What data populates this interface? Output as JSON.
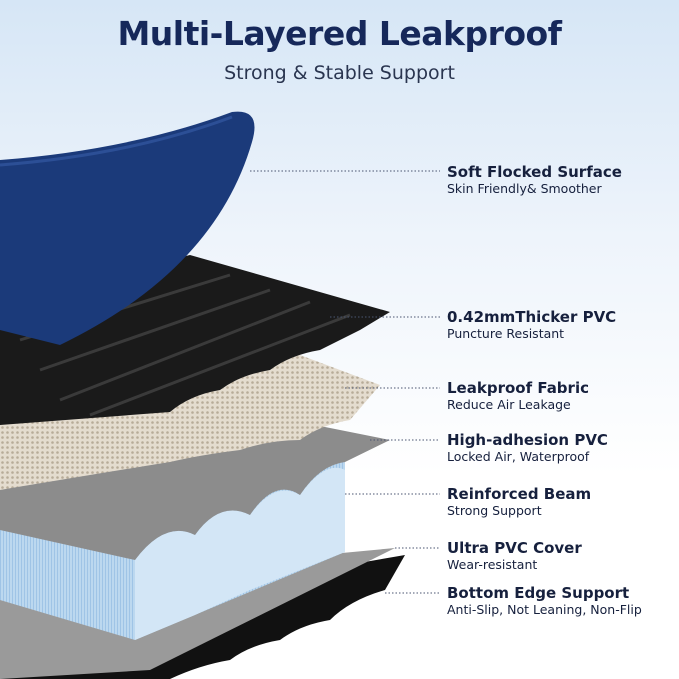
{
  "header": {
    "title": "Multi-Layered Leakproof",
    "subtitle": "Strong & Stable Support"
  },
  "layers": [
    {
      "title": "Soft Flocked Surface",
      "subtitle": "Skin Friendly& Smoother"
    },
    {
      "title": "0.42mmThicker PVC",
      "subtitle": "Puncture Resistant"
    },
    {
      "title": "Leakproof Fabric",
      "subtitle": "Reduce Air Leakage"
    },
    {
      "title": "High-adhesion PVC",
      "subtitle": "Locked Air, Waterproof"
    },
    {
      "title": "Reinforced Beam",
      "subtitle": "Strong Support"
    },
    {
      "title": "Ultra PVC Cover",
      "subtitle": "Wear-resistant"
    },
    {
      "title": "Bottom Edge Support",
      "subtitle": "Anti-Slip, Not Leaning, Non-Flip"
    }
  ],
  "colors": {
    "title": "#16285a",
    "flocked": "#1b3a7a",
    "pvc_black": "#1a1a1a",
    "fabric": "#e4dccf",
    "grey": "#8c8c8c",
    "beam": "#bcd8ef"
  }
}
